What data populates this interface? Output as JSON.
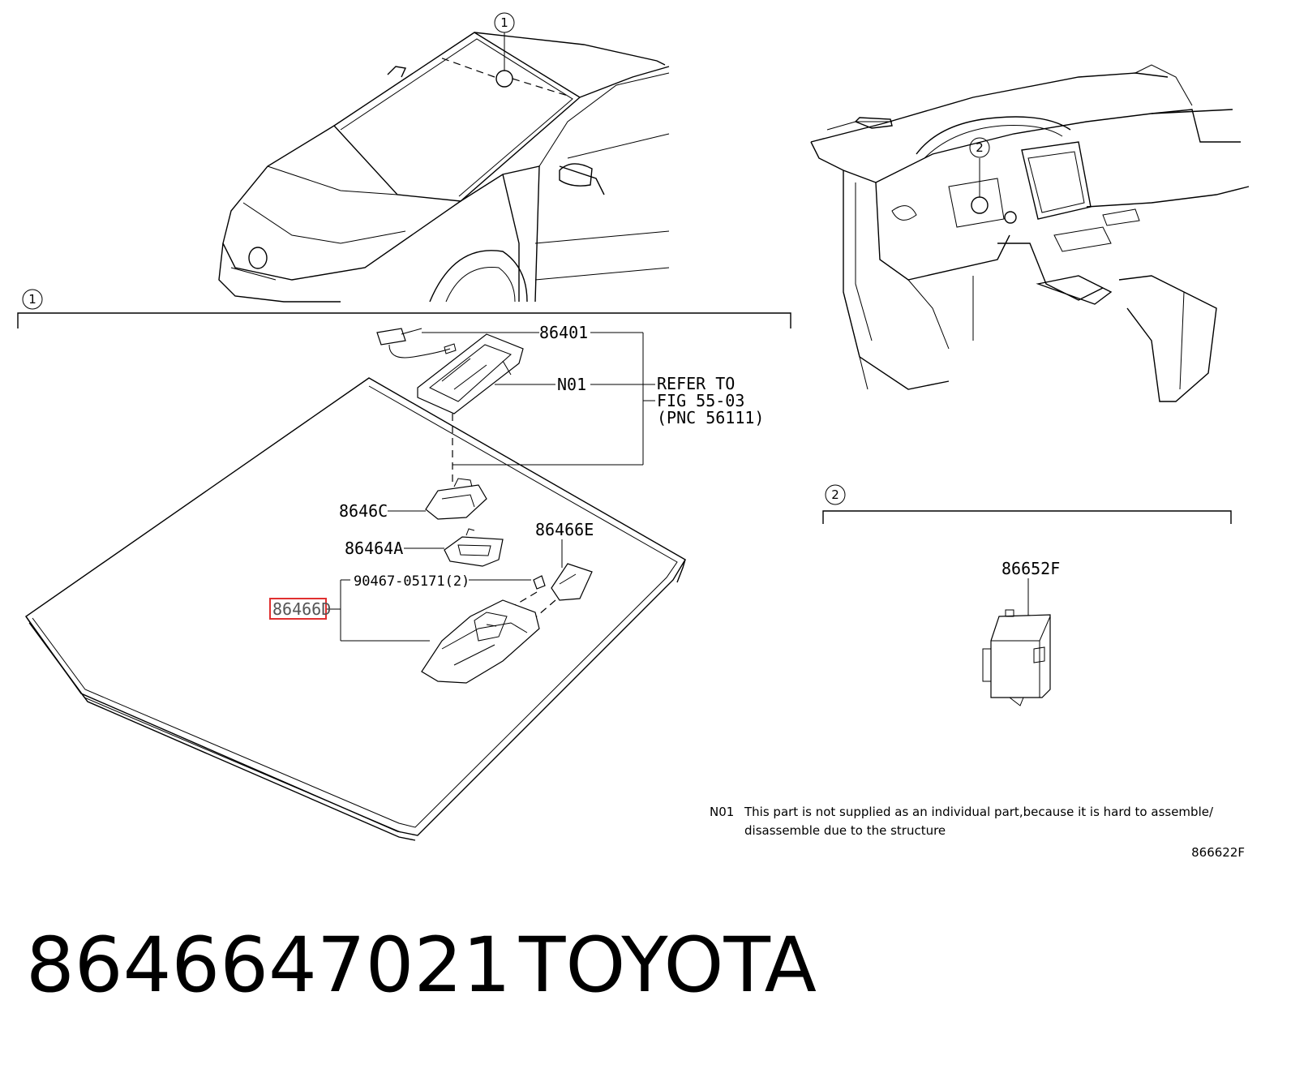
{
  "callouts": {
    "c1_car": "1",
    "c2_dash": "2",
    "c1_bracket": "1",
    "c2_bracket": "2"
  },
  "parts": {
    "p86401": "86401",
    "n01": "N01",
    "p8646C": "8646C",
    "p86464A": "86464A",
    "p86466E": "86466E",
    "p9046705171": "90467-05171(2)",
    "p86466D": "86466D",
    "p86652F": "86652F"
  },
  "refer": {
    "line1": "REFER TO",
    "line2": "FIG 55-03",
    "line3": "(PNC 56111)"
  },
  "footnote": {
    "code": "N01",
    "line1": "This part is not supplied as an individual part,because it is hard to assemble/",
    "line2": "disassemble due to the structure"
  },
  "figure_id": "866622F",
  "product": {
    "part_number": "8646647021",
    "brand": "TOYOTA"
  },
  "colors": {
    "highlight_box": "#e03030",
    "ink": "#000000"
  }
}
